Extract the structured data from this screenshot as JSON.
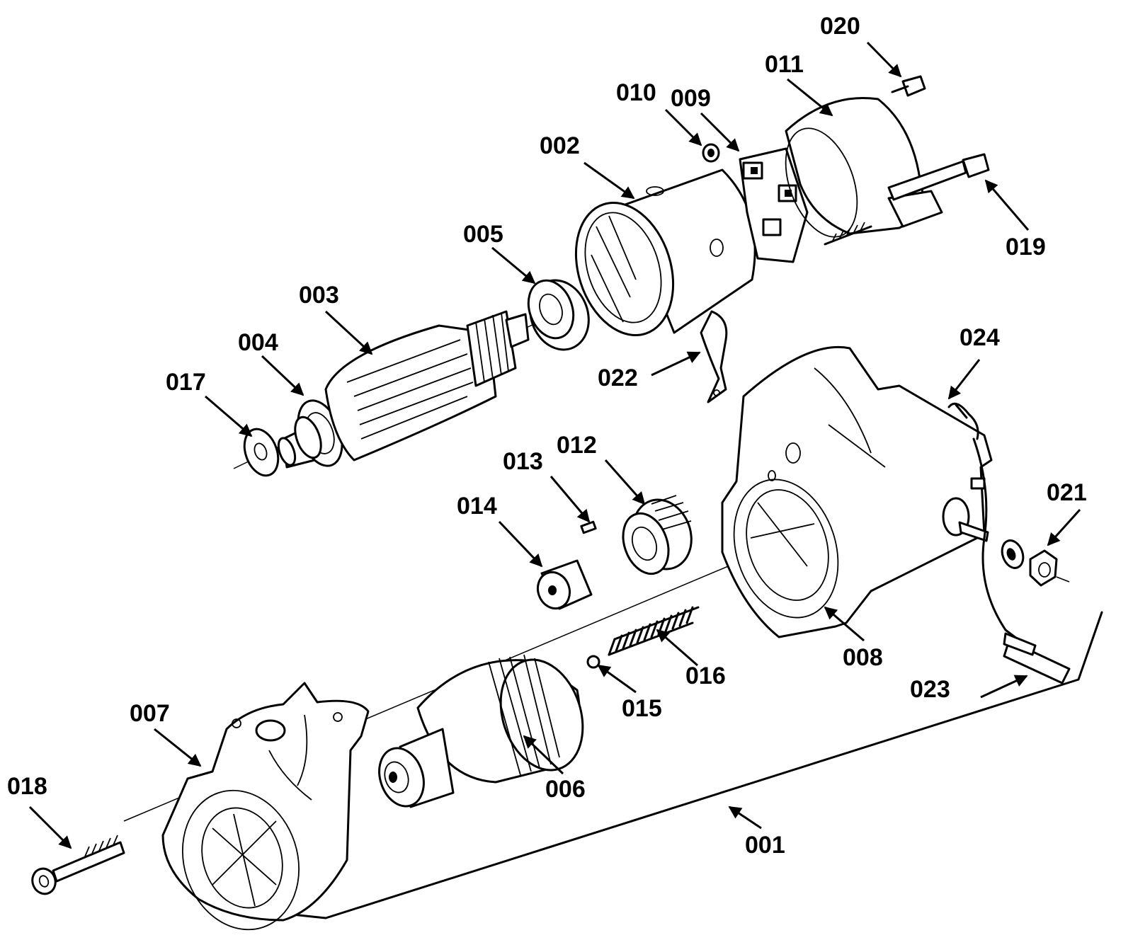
{
  "callouts": [
    {
      "id": "001",
      "text": "001"
    },
    {
      "id": "002",
      "text": "002"
    },
    {
      "id": "003",
      "text": "003"
    },
    {
      "id": "004",
      "text": "004"
    },
    {
      "id": "005",
      "text": "005"
    },
    {
      "id": "006",
      "text": "006"
    },
    {
      "id": "007",
      "text": "007"
    },
    {
      "id": "008",
      "text": "008"
    },
    {
      "id": "009",
      "text": "009"
    },
    {
      "id": "010",
      "text": "010"
    },
    {
      "id": "011",
      "text": "011"
    },
    {
      "id": "012",
      "text": "012"
    },
    {
      "id": "013",
      "text": "013"
    },
    {
      "id": "014",
      "text": "014"
    },
    {
      "id": "015",
      "text": "015"
    },
    {
      "id": "016",
      "text": "016"
    },
    {
      "id": "017",
      "text": "017"
    },
    {
      "id": "018",
      "text": "018"
    },
    {
      "id": "019",
      "text": "019"
    },
    {
      "id": "020",
      "text": "020"
    },
    {
      "id": "021",
      "text": "021"
    },
    {
      "id": "022",
      "text": "022"
    },
    {
      "id": "023",
      "text": "023"
    },
    {
      "id": "024",
      "text": "024"
    }
  ]
}
